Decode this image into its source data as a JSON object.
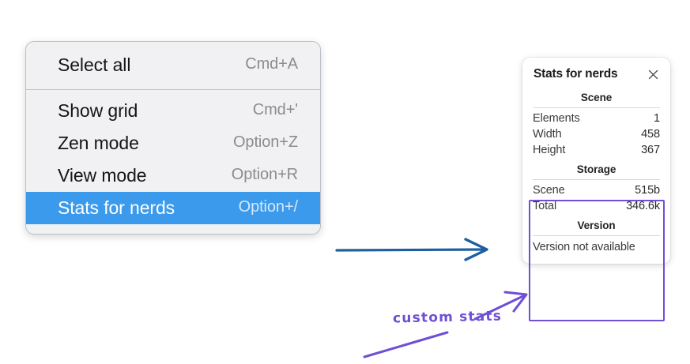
{
  "colors": {
    "menu_background": "#f1f1f3",
    "menu_border": "#bcc0c7",
    "menu_selected": "#3b9aec",
    "panel_background": "#ffffff",
    "highlight_purple": "#6f4fd4",
    "arrow_blue": "#1f5fa0",
    "canvas_background": "#ffffff"
  },
  "context_menu": {
    "groups": [
      {
        "items": [
          {
            "label": "Select all",
            "shortcut": "Cmd+A",
            "selected": false
          }
        ]
      },
      {
        "items": [
          {
            "label": "Show grid",
            "shortcut": "Cmd+'",
            "selected": false
          },
          {
            "label": "Zen mode",
            "shortcut": "Option+Z",
            "selected": false
          },
          {
            "label": "View mode",
            "shortcut": "Option+R",
            "selected": false
          },
          {
            "label": "Stats for nerds",
            "shortcut": "Option+/",
            "selected": true
          }
        ]
      }
    ]
  },
  "stats_panel": {
    "title": "Stats for nerds",
    "close_icon": "close-icon",
    "sections": [
      {
        "heading": "Scene",
        "rows": [
          {
            "label": "Elements",
            "value": "1"
          },
          {
            "label": "Width",
            "value": "458"
          },
          {
            "label": "Height",
            "value": "367"
          }
        ]
      },
      {
        "heading": "Storage",
        "rows": [
          {
            "label": "Scene",
            "value": "515b"
          },
          {
            "label": "Total",
            "value": "346.6k"
          }
        ]
      },
      {
        "heading": "Version",
        "plain_text": "Version not available"
      }
    ]
  },
  "annotations": {
    "flow_arrow": "arrow-right-icon",
    "callout_label": "custom stats",
    "callout_arrow": "arrow-up-right-icon",
    "callout_tail": "annotation-underline-stroke"
  }
}
